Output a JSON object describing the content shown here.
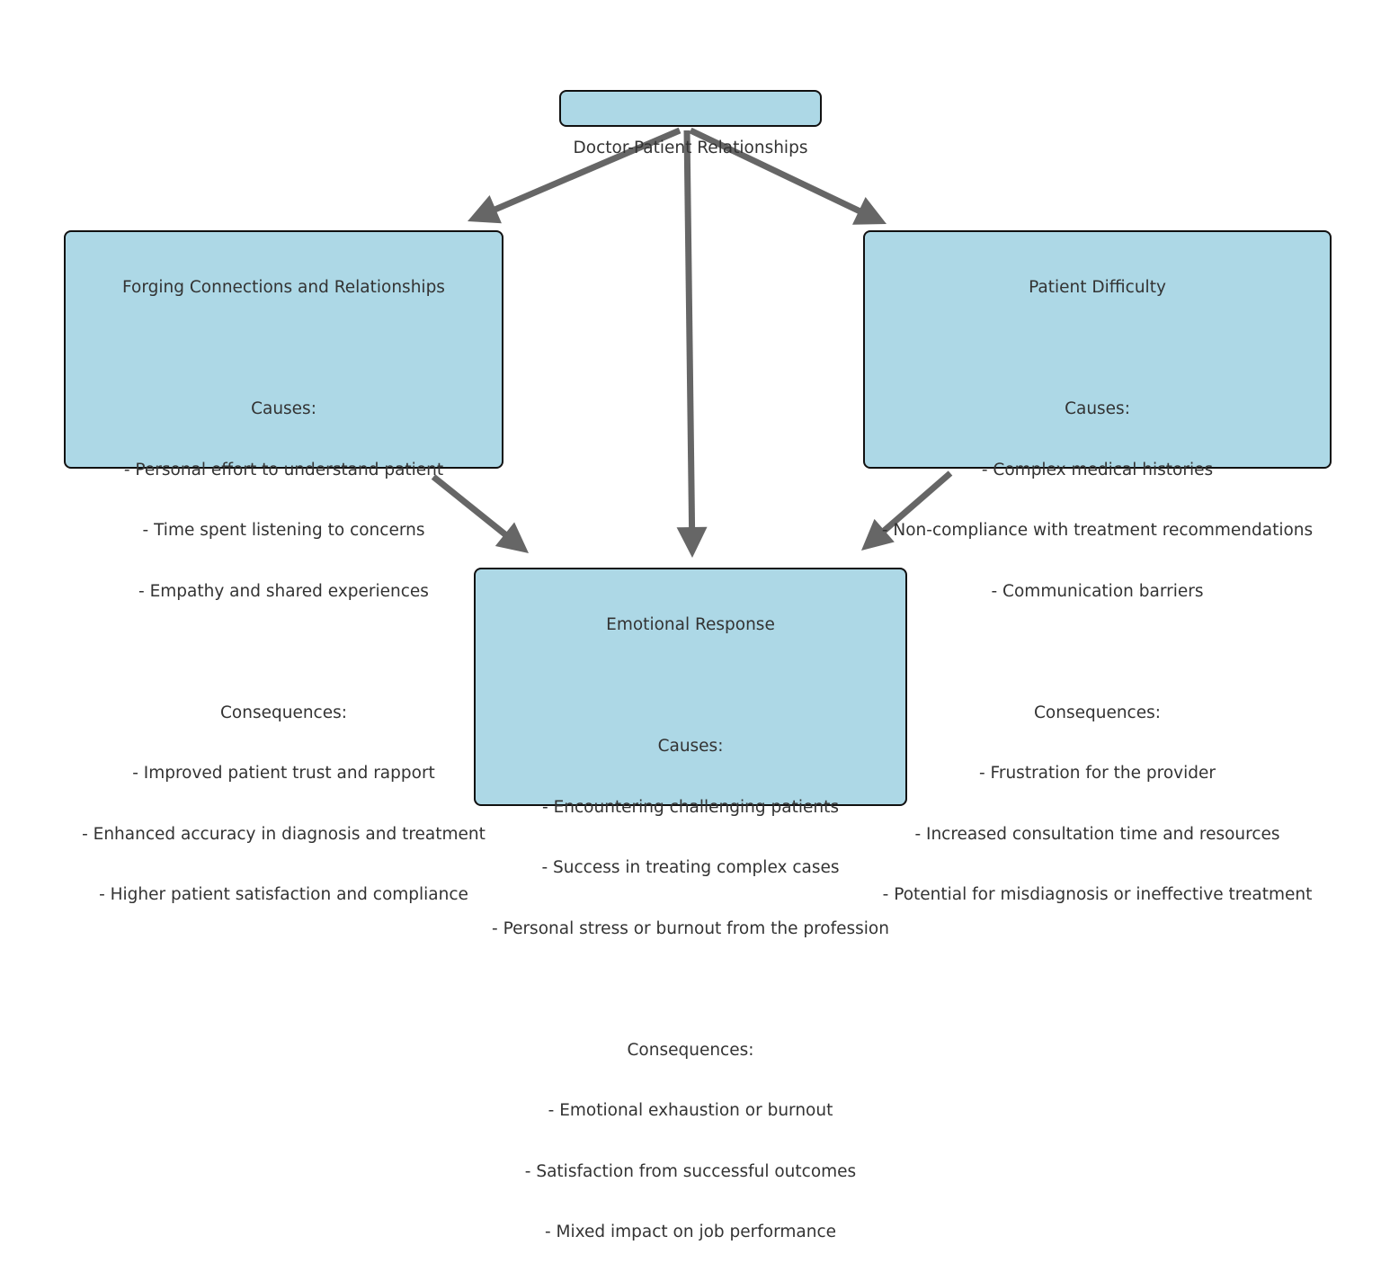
{
  "diagram": {
    "title": "Doctor-Patient Relationships",
    "colors": {
      "node_fill": "#add8e6",
      "node_border": "#111111",
      "text": "#333333",
      "edge": "#666666",
      "background": "#ffffff"
    },
    "nodes": {
      "root": {
        "lines": [
          "Doctor-Patient Relationships"
        ]
      },
      "forging": {
        "lines": [
          "Forging Connections and Relationships",
          "",
          "Causes:",
          "- Personal effort to understand patient",
          "- Time spent listening to concerns",
          "- Empathy and shared experiences",
          "",
          "Consequences:",
          "- Improved patient trust and rapport",
          "- Enhanced accuracy in diagnosis and treatment",
          "- Higher patient satisfaction and compliance"
        ]
      },
      "difficulty": {
        "lines": [
          "Patient Difficulty",
          "",
          "Causes:",
          "- Complex medical histories",
          "- Non-compliance with treatment recommendations",
          "- Communication barriers",
          "",
          "Consequences:",
          "- Frustration for the provider",
          "- Increased consultation time and resources",
          "- Potential for misdiagnosis or ineffective treatment"
        ]
      },
      "emotional": {
        "lines": [
          "Emotional Response",
          "",
          "Causes:",
          "- Encountering challenging patients",
          "- Success in treating complex cases",
          "- Personal stress or burnout from the profession",
          "",
          "Consequences:",
          "- Emotional exhaustion or burnout",
          "- Satisfaction from successful outcomes",
          "- Mixed impact on job performance"
        ]
      }
    },
    "edges": [
      {
        "from": "root",
        "to": "forging"
      },
      {
        "from": "root",
        "to": "emotional"
      },
      {
        "from": "root",
        "to": "difficulty"
      },
      {
        "from": "forging",
        "to": "emotional"
      },
      {
        "from": "difficulty",
        "to": "emotional"
      }
    ]
  }
}
